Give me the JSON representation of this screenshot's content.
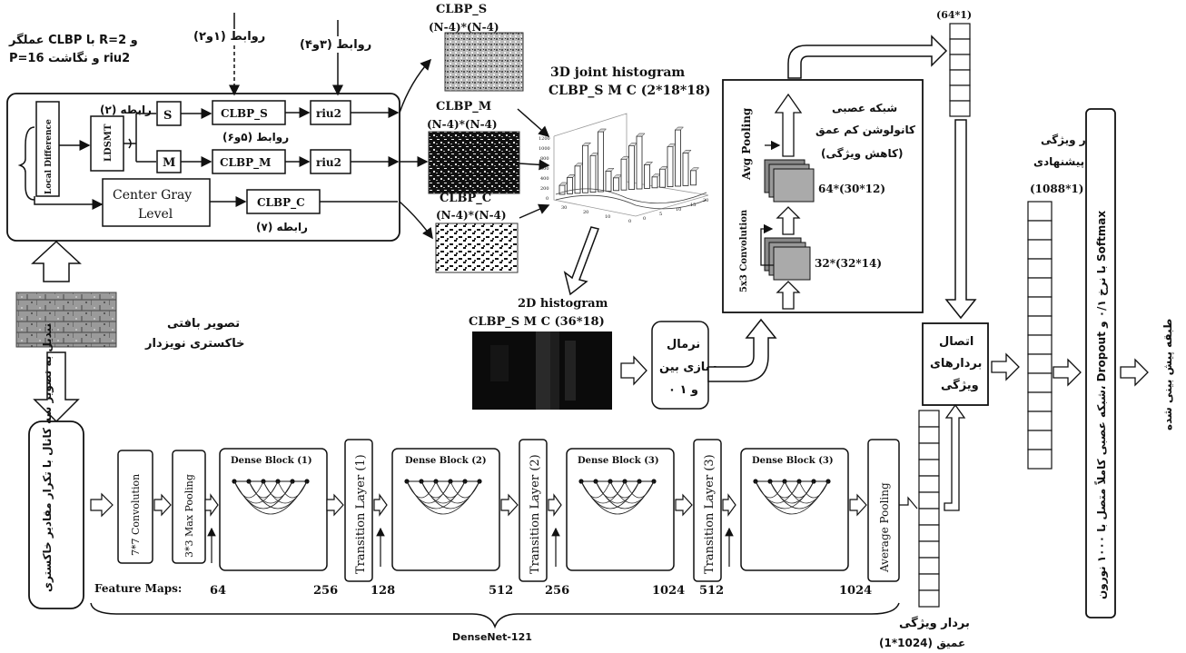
{
  "top_left": {
    "operator_line1": "عملگر CLBP با R=2 و",
    "operator_line2": "P=16 و نگاشت riu2",
    "rel_12": "روابط (۱و۲)",
    "rel_34": "روابط (۳و۴)",
    "rel_2": "رابطه (۲)",
    "rel_56": "روابط (۵و۶)",
    "rel_7": "رابطه (۷)",
    "local_diff": "Local Difference",
    "ldsmt": "LDSMT",
    "s": "S",
    "m": "M",
    "clbp_s": "CLBP_S",
    "clbp_m": "CLBP_M",
    "clbp_c": "CLBP_C",
    "riu2a": "riu2",
    "riu2b": "riu2",
    "center_gray_1": "Center Gray",
    "center_gray_2": "Level"
  },
  "maps": {
    "s_title": "CLBP_S",
    "s_dim": "(N-4)*(N-4)",
    "m_title": "CLBP_M",
    "m_dim": "(N-4)*(N-4)",
    "c_title": "CLBP_C",
    "c_dim": "(N-4)*(N-4)"
  },
  "hist3d": {
    "title1": "3D joint histogram",
    "title2": "CLBP_S M C (2*18*18)",
    "y_ticks": [
      "1200",
      "1000",
      "800",
      "600",
      "400",
      "200",
      "0"
    ],
    "x_ticks": [
      "30",
      "20",
      "10",
      "0"
    ],
    "z_ticks": [
      "0",
      "5",
      "10",
      "15",
      "20"
    ]
  },
  "hist2d": {
    "title1": "2D histogram",
    "title2": "CLBP_S M C (36*18)"
  },
  "normalize": [
    "نرمال",
    "سازی بین",
    "۰ و ۱"
  ],
  "texture": [
    "تصویر بافتی",
    "خاکستری نویزدار"
  ],
  "cnn": {
    "title": [
      "شبکه عصبی",
      "کانولوشن کم عمق",
      "(کاهش ویژگی)"
    ],
    "conv_label": "5x3 Convolution",
    "pool_label": "Avg Pooling",
    "fm1": "64*(30*12)",
    "fm2": "32*(32*14)"
  },
  "vec64": "(64*1)",
  "vec1088": [
    "بردار ویژگی",
    "روش پیشنهادی",
    "(1088*1)"
  ],
  "concat": [
    "اتصال",
    "بردارهای",
    "ویژگی"
  ],
  "deep_vec": [
    "بردار ویژگی",
    "عمیق (1024*1)"
  ],
  "fc": "شبکه عصبی کاملاً متصل با ۱۰۰۰ نورون، Dropout با نرخ ۰/۱ و Softmax",
  "predicted": "طبقه پیش بینی شده",
  "convert": "تبدیل به تصویر سه کانال با تکرار مقادیر خاکستری",
  "densenet": {
    "conv77": "7*7 Convolution",
    "maxpool": "3*3 Max Pooling",
    "db1": "Dense Block (1)",
    "db2": "Dense Block (2)",
    "db3a": "Dense Block (3)",
    "db3b": "Dense Block (3)",
    "tl1": "Transition Layer (1)",
    "tl2": "Transition Layer (2)",
    "tl3": "Transition Layer (3)",
    "avgpool": "Average Pooling",
    "fm_label": "Feature Maps:",
    "fm_values": [
      "64",
      "256",
      "128",
      "512",
      "256",
      "1024",
      "512",
      "1024"
    ],
    "name": "DenseNet-121"
  }
}
